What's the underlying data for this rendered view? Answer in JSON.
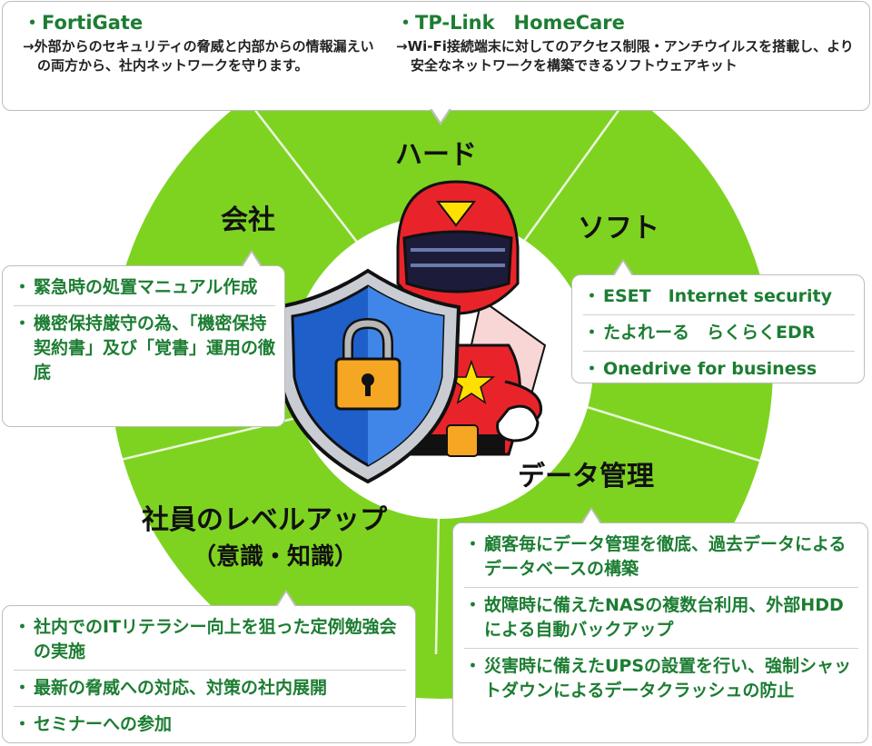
{
  "segments": {
    "hard": "ハード",
    "soft": "ソフト",
    "company": "会社",
    "data_mgmt": "データ管理",
    "staff_title": "社員のレベルアップ",
    "staff_sub": "（意識・知識）"
  },
  "hard_boxes": [
    {
      "title": "FortiGate",
      "desc": "→外部からのセキュリティの脅威と内部からの情報漏えいの両方から、社内ネットワークを守ります。"
    },
    {
      "title": "TP-Link　HomeCare",
      "desc": "→Wi-Fi接続端末に対してのアクセス制限・アンチウイルスを搭載し、より安全なネットワークを構築できるソフトウェアキット"
    }
  ],
  "soft_items": [
    "ESET　Internet security",
    "たよれーる　らくらくEDR",
    "Onedrive for business"
  ],
  "company_items": [
    "緊急時の処置マニュアル作成",
    "機密保持厳守の為、「機密保持契約書」及び「覚書」運用の徹底"
  ],
  "data_items": [
    "顧客毎にデータ管理を徹底、過去データによるデータベースの構築",
    "故障時に備えたNASの複数台利用、外部HDDによる自動バックアップ",
    "災害時に備えたUPSの設置を行い、強制シャットダウンによるデータクラッシュの防止"
  ],
  "staff_items": [
    "社内でのITリテラシー向上を狙った定例勉強会の実施",
    "最新の脅威への対応、対策の社内展開",
    "セミナーへの参加"
  ],
  "colors": {
    "ring": "#7ed321",
    "text_green": "#1c7d32",
    "hero_red": "#e8242a",
    "shield_blue": "#1e5fc9",
    "lock_gold": "#f5a623"
  }
}
